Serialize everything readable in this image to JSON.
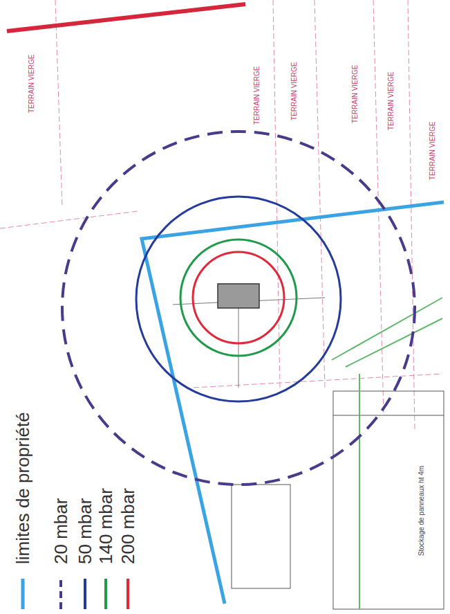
{
  "diagram": {
    "labels": [
      "TERRAIN VIERGE",
      "TERRAIN VIERGE",
      "TERRAIN VIERGE",
      "TERRAIN VIERGE",
      "TERRAIN VIERGE",
      "TERRAIN VIERGE",
      "Stockage de panneaux ht 4m"
    ],
    "legend": [
      {
        "text": "limites de propriété"
      },
      {
        "text": "20 mbar"
      },
      {
        "text": "50 mbar"
      },
      {
        "text": "140 mbar"
      },
      {
        "text": "200 mbar"
      }
    ]
  }
}
